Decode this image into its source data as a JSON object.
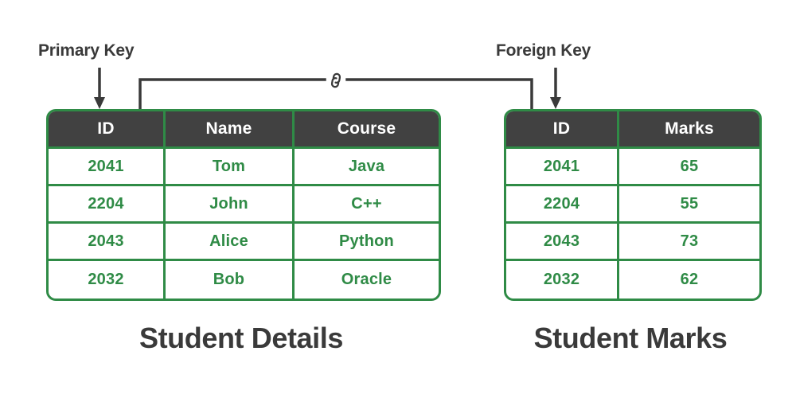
{
  "diagram": {
    "title_left": "Student Details",
    "title_right": "Student Marks",
    "annotations": {
      "primary_key": "Primary Key",
      "foreign_key": "Foreign Key"
    },
    "relationship_icon": "link-chain-icon",
    "colors": {
      "accent_green": "#2f8b46",
      "header_dark": "#414141",
      "text_dark": "#3a3a3a",
      "background": "#ffffff"
    }
  },
  "tables": {
    "student_details": {
      "caption": "Student Details",
      "columns": [
        "ID",
        "Name",
        "Course"
      ],
      "rows": [
        [
          "2041",
          "Tom",
          "Java"
        ],
        [
          "2204",
          "John",
          "C++"
        ],
        [
          "2043",
          "Alice",
          "Python"
        ],
        [
          "2032",
          "Bob",
          "Oracle"
        ]
      ]
    },
    "student_marks": {
      "caption": "Student Marks",
      "columns": [
        "ID",
        "Marks"
      ],
      "rows": [
        [
          "2041",
          "65"
        ],
        [
          "2204",
          "55"
        ],
        [
          "2043",
          "73"
        ],
        [
          "2032",
          "62"
        ]
      ]
    }
  }
}
